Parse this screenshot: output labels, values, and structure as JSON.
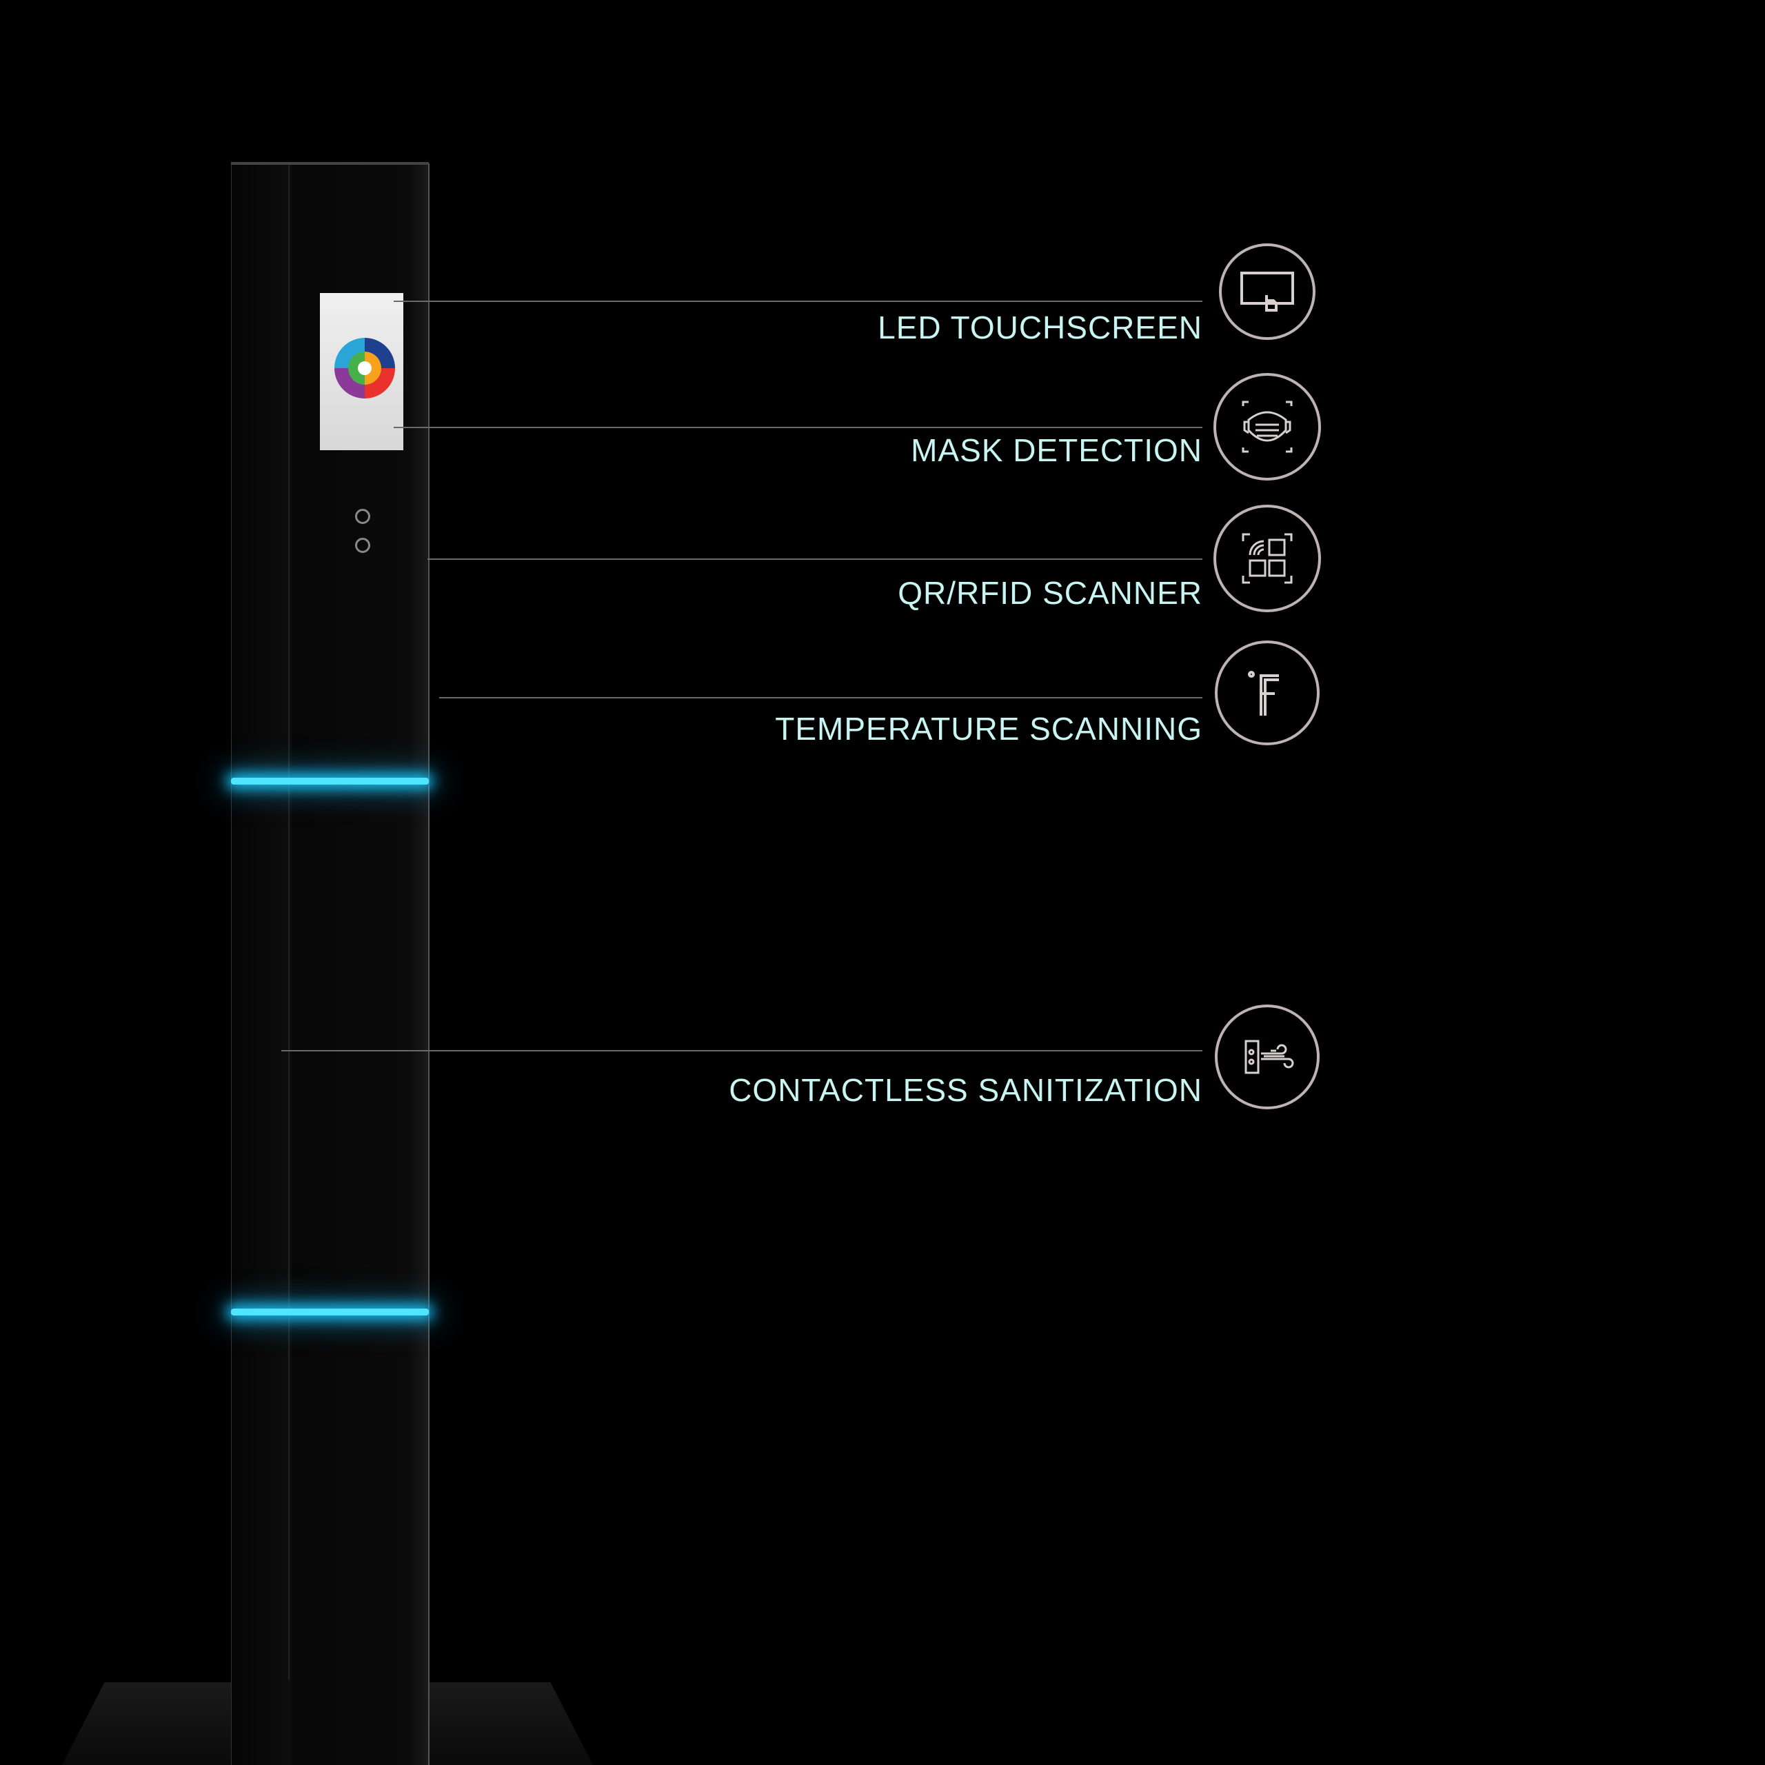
{
  "features": [
    {
      "label": "LED TOUCHSCREEN",
      "icon": "touchscreen-icon"
    },
    {
      "label": "MASK DETECTION",
      "icon": "mask-icon"
    },
    {
      "label": "QR/RFID SCANNER",
      "icon": "qr-scanner-icon"
    },
    {
      "label": "TEMPERATURE SCANNING",
      "icon": "fahrenheit-icon"
    },
    {
      "label": "CONTACTLESS SANITIZATION",
      "icon": "sanitizer-icon"
    }
  ],
  "colors": {
    "label": "#c8f5f2",
    "glow": "#4fe4ff",
    "icon_ring": "#bdb4b2"
  }
}
